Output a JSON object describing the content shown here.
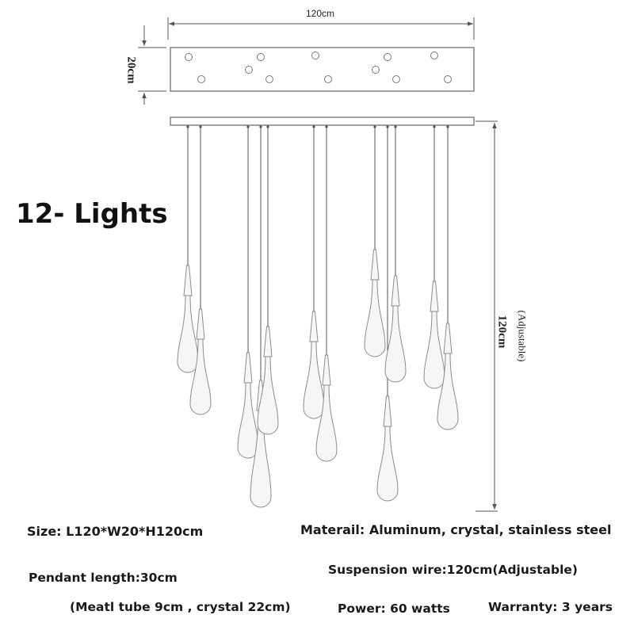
{
  "dimensions": {
    "top_length": "120cm",
    "top_width": "20cm",
    "height": "120cm",
    "height_note": "(Adjustable)"
  },
  "heading": "12- Lights",
  "specs": {
    "size": "Size: L120*W20*H120cm",
    "material": "Materail: Aluminum, crystal, stainless steel",
    "pendant_length": "Pendant length:30cm",
    "suspension_wire": "Suspension wire:120cm(Adjustable)",
    "tube_crystal": "(Meatl tube 9cm  , crystal 22cm)",
    "power": "Power: 60 watts",
    "warranty": "Warranty: 3 years"
  },
  "colors": {
    "line": "#555555",
    "pendant_stroke": "#8c8c8c",
    "pendant_fill": "#f6f6f6"
  },
  "icons": {
    "canopy_holes": "small-circle-icon",
    "arrow_heads": "arrowhead-icon"
  }
}
